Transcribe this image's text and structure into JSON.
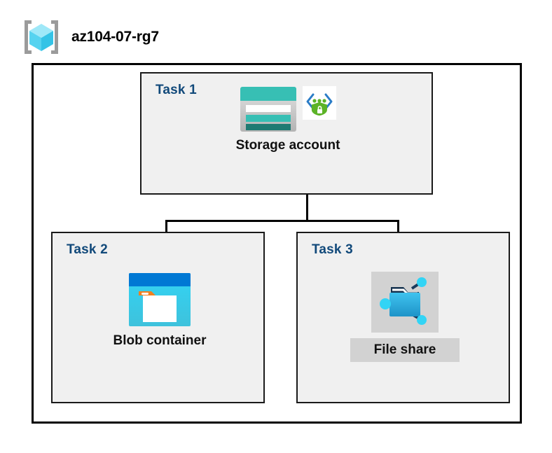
{
  "header": {
    "icon": "resource-group-cube-icon",
    "title": "az104-07-rg7"
  },
  "diagram": {
    "type": "azure-architecture-diagram",
    "container_label": "az104-07-rg7",
    "colors": {
      "task_label": "#11497a",
      "task_fill": "#f0f0f0",
      "border": "#1a1a1a",
      "outer_border": "#000000",
      "caption_text": "#111111",
      "storage_teal": "#37bfb4",
      "storage_dark_teal": "#1f7a72",
      "blob_blue": "#0078d4",
      "blob_cyan": "#32c8ed",
      "blob_orange": "#f08020",
      "fileshare_blue": "#2aa8dd",
      "fileshare_node": "#32d4f5",
      "shield_green": "#5cb327",
      "bracket_blue": "#2a7cc7",
      "shade_plate": "#d2d2d2",
      "cube_cyan": "#56d3f0"
    },
    "tasks": [
      {
        "id": "task-1",
        "label": "Task 1",
        "node_caption": "Storage account",
        "icons": [
          "storage-account-icon",
          "storage-security-icon"
        ]
      },
      {
        "id": "task-2",
        "label": "Task 2",
        "node_caption": "Blob container",
        "icons": [
          "blob-container-icon"
        ]
      },
      {
        "id": "task-3",
        "label": "Task 3",
        "node_caption": "File share",
        "icons": [
          "file-share-icon"
        ]
      }
    ],
    "connections": [
      {
        "from": "task-1",
        "to": "task-2"
      },
      {
        "from": "task-1",
        "to": "task-3"
      }
    ]
  }
}
